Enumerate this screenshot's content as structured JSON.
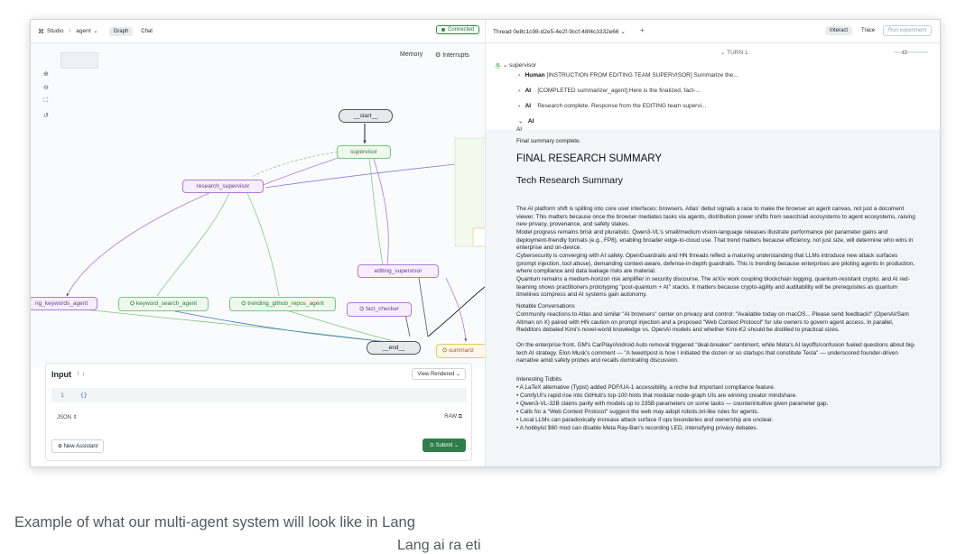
{
  "topbar": {
    "studio": "Studio",
    "sep": "/",
    "agent": "agent",
    "tab_graph": "Graph",
    "tab_chat": "Chat",
    "status": "Connected"
  },
  "graph": {
    "memory": "Memory",
    "interrupts": "Interrupts",
    "nodes": {
      "start": "__start__",
      "supervisor": "supervisor",
      "research_supervisor": "research_supervisor",
      "editing_supervisor": "editing_supervisor",
      "ng_keywords_agent": "ng_keywords_agent",
      "keyword_search_agent": "keyword_search_agent",
      "trending_github_repos_agent": "trending_github_repos_agent",
      "fact_checker": "fact_checker",
      "end": "__end__",
      "summarizer": "summariz"
    }
  },
  "input": {
    "title": "Input",
    "view_rendered": "View Rendered",
    "line_no": "1",
    "code": "{}",
    "json_label": "JSON",
    "raw_label": "RAW",
    "new_assistant": "New Assistant",
    "submit": "Submit"
  },
  "thread": {
    "label": "Thread 0e8c1c98-d2e5-4e2f-9ccf-48f4c3332e66",
    "interact": "Interact",
    "trace": "Trace",
    "run_experiment": "Run experiment",
    "turn": "TURN 1",
    "supervisor": "supervisor",
    "msgs": [
      {
        "role": "Human",
        "text": "[INSTRUCTION FROM EDITING TEAM SUPERVISOR] Summarize the..."
      },
      {
        "role": "AI",
        "text": "[COMPLETED summarizer_agent] Here is the finalized, fact-..."
      },
      {
        "role": "AI",
        "text": "Research complete. Response from the EDITING team supervi..."
      }
    ],
    "ai_header": "AI",
    "ai_sub": "AI",
    "final_complete": "Final summary complete.",
    "h1": "FINAL RESEARCH SUMMARY",
    "h2": "Tech Research Summary",
    "para1": "The AI platform shift is spilling into core user interfaces: browsers. Atlas' debut signals a race to make the browser an agent canvas, not just a document viewer. This matters because once the browser mediates tasks via agents, distribution power shifts from search/ad ecosystems to agent ecosystems, raising new privacy, provenance, and safety stakes.",
    "para2": "Model progress remains brisk and pluralistic. Qwen3-VL's small/medium vision-language releases illustrate performance per parameter gains and deployment-friendly formats (e.g., FP8), enabling broader edge-to-cloud use. That trend matters because efficiency, not just size, will determine who wins in enterprise and on-device.",
    "para3": "Cybersecurity is converging with AI safety. OpenGuardrails and HN threads reflect a maturing understanding that LLMs introduce new attack surfaces (prompt injection, tool abuse), demanding context-aware, defense-in-depth guardrails. This is trending because enterprises are piloting agents in production, where compliance and data leakage risks are material.",
    "para4": "Quantum remains a medium-horizon risk amplifier in security discourse. The arXiv work coupling blockchain logging, quantum-resistant crypto, and AI red-teaming shows practitioners prototyping \"post-quantum + AI\" stacks. It matters because crypto-agility and auditability will be prerequisites as quantum timelines compress and AI systems gain autonomy.",
    "notable_title": "Notable Conversations",
    "notable1": "Community reactions to Atlas and similar \"AI browsers\" center on privacy and control: \"Available today on macOS... Please send feedback!\" (OpenAI/Sam Altman on X) paired with HN caution on prompt injection and a proposed \"Web Context Protocol\" for site owners to govern agent access. In parallel, Redditors debated Kimi's novel-world knowledge vs. OpenAI models and whether Kimi-K2 should be distilled to practical sizes.",
    "notable2": "On the enterprise front, GM's CarPlay/Android Auto removal triggered \"deal-breaker\" sentiment, while Meta's AI layoffs/confusion fueled questions about big-tech AI strategy. Elon Musk's comment — \"A tweet/post is how I initiated the dozen or so startups that constitute Tesla\" — underscored founder-driven narrative amid safety probes and recalls dominating discussion.",
    "tidbits_title": "Interesting Tidbits",
    "tidbits": [
      "• A LaTeX alternative (Typst) added PDF/UA-1 accessibility, a niche but important compliance feature.",
      "• ComfyUI's rapid rise into GitHub's top-100 hints that modular node-graph UIs are winning creator mindshare.",
      "• Qwen3-VL-32B claims parity with models up to 235B parameters on some tasks — counterintuitive given parameter gap.",
      "• Calls for a \"Web Context Protocol\" suggest the web may adopt robots.txt-like rules for agents.",
      "• Local LLMs can paradoxically increase attack surface if ops boundaries and ownership are unclear.",
      "• A hobbyist $60 mod can disable Meta Ray-Ban's recording LED, intensifying privacy debates."
    ]
  },
  "caption": "Example of what our multi-agent system will look like in Lang",
  "caption2": "Lang ai ra eti"
}
